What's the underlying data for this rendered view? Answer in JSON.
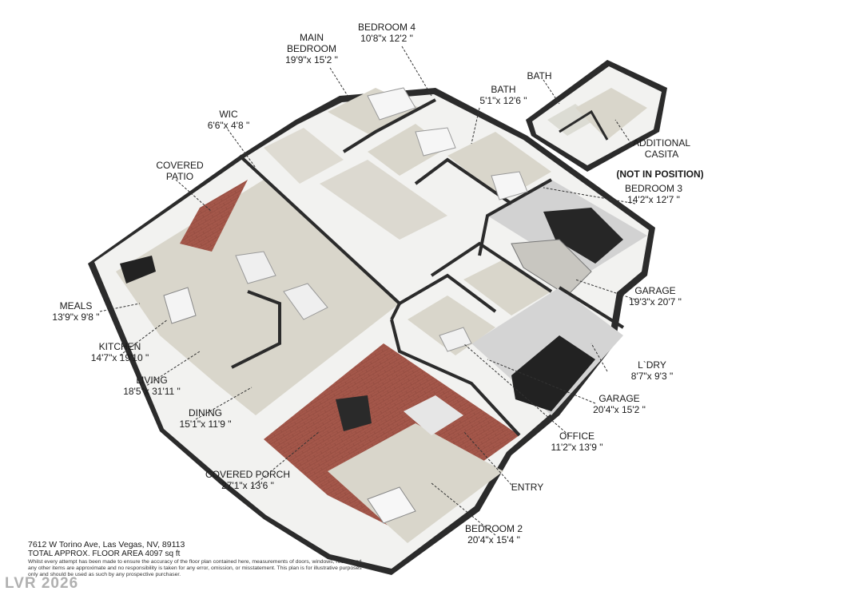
{
  "rooms": [
    {
      "id": "main-bedroom",
      "name_lines": [
        "MAIN",
        "BEDROOM"
      ],
      "dims": "19'9\"x 15'2 \""
    },
    {
      "id": "bedroom-4",
      "name_lines": [
        "BEDROOM 4"
      ],
      "dims": "10'8\"x 12'2 \""
    },
    {
      "id": "bath",
      "name_lines": [
        "BATH"
      ],
      "dims": "5'1\"x 12'6 \""
    },
    {
      "id": "casita-bath",
      "name_lines": [
        "BATH"
      ],
      "dims": ""
    },
    {
      "id": "casita",
      "name_lines": [
        "ADDITIONAL",
        "CASITA"
      ],
      "dims": ""
    },
    {
      "id": "casita-note",
      "name_lines": [
        "(NOT IN POSITION)"
      ],
      "dims": ""
    },
    {
      "id": "wic",
      "name_lines": [
        "WIC"
      ],
      "dims": "6'6\"x 4'8 \""
    },
    {
      "id": "covered-patio",
      "name_lines": [
        "COVERED",
        "PATIO"
      ],
      "dims": ""
    },
    {
      "id": "bedroom-3",
      "name_lines": [
        "BEDROOM 3"
      ],
      "dims": "14'2\"x 12'7 \""
    },
    {
      "id": "garage-1",
      "name_lines": [
        "GARAGE"
      ],
      "dims": "19'3\"x 20'7 \""
    },
    {
      "id": "meals",
      "name_lines": [
        "MEALS"
      ],
      "dims": "13'9\"x 9'8 \""
    },
    {
      "id": "kitchen",
      "name_lines": [
        "KITCHEN"
      ],
      "dims": "14'7\"x 19'10 \""
    },
    {
      "id": "living",
      "name_lines": [
        "LIVING"
      ],
      "dims": "18'5\"x 31'11 \""
    },
    {
      "id": "laundry",
      "name_lines": [
        "L`DRY"
      ],
      "dims": "8'7\"x 9'3 \""
    },
    {
      "id": "garage-2",
      "name_lines": [
        "GARAGE"
      ],
      "dims": "20'4\"x 15'2 \""
    },
    {
      "id": "dining",
      "name_lines": [
        "DINING"
      ],
      "dims": "15'1\"x 11'9 \""
    },
    {
      "id": "office",
      "name_lines": [
        "OFFICE"
      ],
      "dims": "11'2\"x 13'9 \""
    },
    {
      "id": "covered-porch",
      "name_lines": [
        "COVERED PORCH"
      ],
      "dims": "27'1\"x 13'6 \""
    },
    {
      "id": "entry",
      "name_lines": [
        "ENTRY"
      ],
      "dims": ""
    },
    {
      "id": "bedroom-2",
      "name_lines": [
        "BEDROOM 2"
      ],
      "dims": "20'4\"x 15'4 \""
    }
  ],
  "footer": {
    "address": "7612 W Torino Ave, Las Vegas, NV, 89113",
    "area": "TOTAL APPROX. FLOOR AREA 4097 sq ft",
    "disclaimer": "Whilst every attempt has been made to ensure the accuracy of the floor plan contained here, measurements of doors, windows, rooms and any other items are approximate and no responsibility is taken for any error, omission, or misstatement. This plan is for illustrative purposes only and should be used as such by any prospective purchaser."
  },
  "watermark": "LVR 2026",
  "colors": {
    "floor": "#d9d6cb",
    "wall_top": "#2b2b2b",
    "wall_face": "#f4f4f4",
    "porch_brick": "#a4574a",
    "garage_floor": "#d2d2d2",
    "leader": "#333333"
  }
}
